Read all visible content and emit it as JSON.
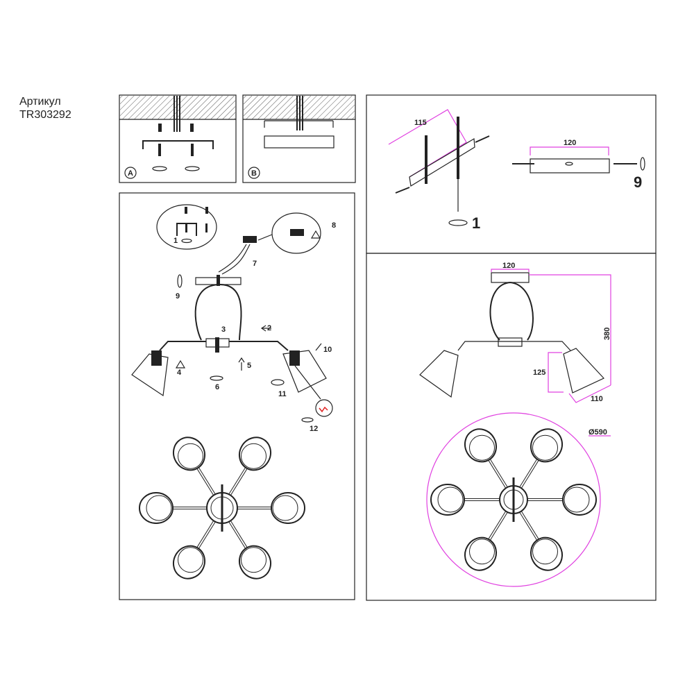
{
  "header": {
    "article_label": "Артикул",
    "article_code": "TR303292"
  },
  "panels": {
    "a": {
      "badge": "A"
    },
    "b": {
      "badge": "B"
    }
  },
  "assembly_steps": [
    "1",
    "2",
    "3",
    "4",
    "5",
    "6",
    "7",
    "8",
    "9",
    "10",
    "11",
    "12"
  ],
  "mounting": {
    "bracket_length": "115",
    "canopy_width": "120",
    "step_screw": "1",
    "step_fix": "9"
  },
  "dimensions": {
    "canopy_width": "120",
    "height": "380",
    "shade_height": "125",
    "shade_width": "110",
    "diameter": "Ø590"
  },
  "colors": {
    "dimension": "#e040e0",
    "lines": "#222222",
    "hatch": "#555555"
  }
}
